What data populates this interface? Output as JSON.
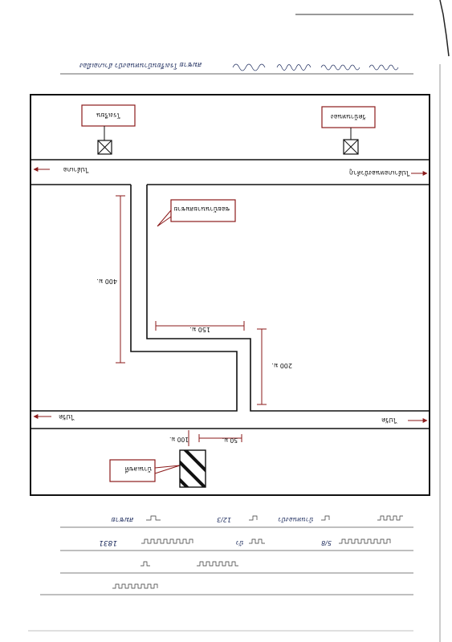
{
  "colors": {
    "ink": "#1b2a5c",
    "pencil": "#444444",
    "accent_red": "#8b1a1a"
  },
  "icons": {
    "landmark_marker": "crossed-box-icon",
    "site_marker": "diagonal-hatched-box-icon",
    "direction": "arrow-icon"
  },
  "header": {
    "handwritten_line": "โรงเรียนบ้านหนองบัว อำเภอเมือง",
    "handwritten_signature": "สมชาย"
  },
  "map": {
    "landmarks": [
      {
        "label": "โรงเรียน"
      },
      {
        "label": "วัดบ้านหนอง"
      }
    ],
    "roads": {
      "top_left": "ไปอำเภอ",
      "top_right": "ไปอำเภอหนองบัวลำภู",
      "bottom_left": "ไปวัด",
      "bottom_right": "ไปวัด"
    },
    "callout_lane": "ซอยบ้านนายสมชาย",
    "callout_site": "บ้านเลขที่",
    "dimensions": {
      "left_vertical": "400 ม.",
      "middle_horizontal": "150 ม.",
      "right_vertical": "200 ม.",
      "bottom_short": "50 ม.",
      "bottom_left_short": "100 ม."
    }
  },
  "footer": {
    "row1": {
      "name_value": "สมชาย",
      "house_no_value": "12/3",
      "village_value": "บ้านหนองบัว"
    },
    "row2": {
      "moo_value": "5/8",
      "subdistrict_value": "บัว",
      "postcode_value": "1831"
    }
  }
}
